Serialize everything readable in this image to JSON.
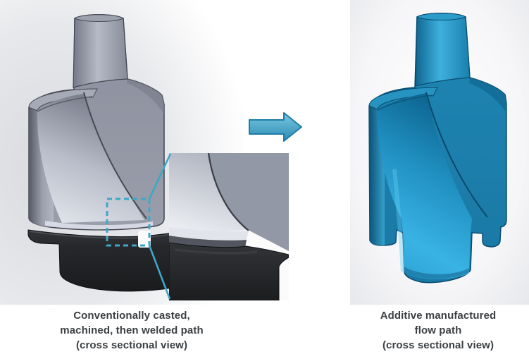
{
  "captions": {
    "left": {
      "lines": [
        "Conventionally casted,",
        "machined, then welded path",
        "(cross sectional view)"
      ]
    },
    "right": {
      "lines": [
        "Additive manufactured",
        "flow path",
        "(cross sectional view)"
      ]
    }
  },
  "icons": {
    "process_arrow": "block-arrow-right",
    "detail_callout": "dashed-zoom-box"
  },
  "palette": {
    "accent_teal": "#3fa6c8",
    "arrow_fill_top": "#7cc7e0",
    "arrow_fill_bottom": "#2a8cb4",
    "arrow_outline": "#1d7da6",
    "conventional_part_gray": "#8f93a1",
    "conventional_highlight": "#dcdfe7",
    "welded_section_dark": "#26282b",
    "weld_seam_light": "#d6d9e3",
    "additive_part_blue": "#1e84b2",
    "additive_highlight_blue": "#41b8e8",
    "caption_text": "#3c4043",
    "background": "#ffffff"
  }
}
